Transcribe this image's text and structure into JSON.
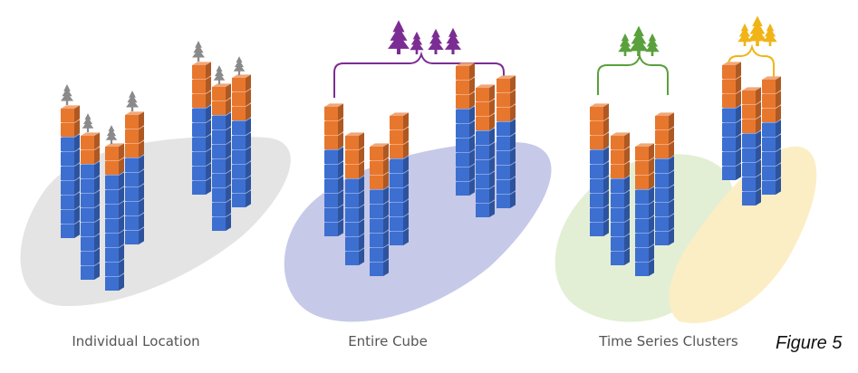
{
  "panels": [
    {
      "caption": "Individual Location"
    },
    {
      "caption": "Entire Cube"
    },
    {
      "caption": "Time Series Clusters"
    }
  ],
  "figure_label": "Figure 5",
  "colors": {
    "cube_orange": "#e8772e",
    "cube_blue": "#3d6fd1",
    "tree_gray": "#8a8a8a",
    "tree_purple": "#7b2d93",
    "tree_green": "#5aa03c",
    "tree_gold": "#f0b416",
    "region_gray": "#e4e4e4",
    "region_blue": "#c6c9e8",
    "region_green": "#e3efd5",
    "region_yellow": "#fbeec4"
  }
}
